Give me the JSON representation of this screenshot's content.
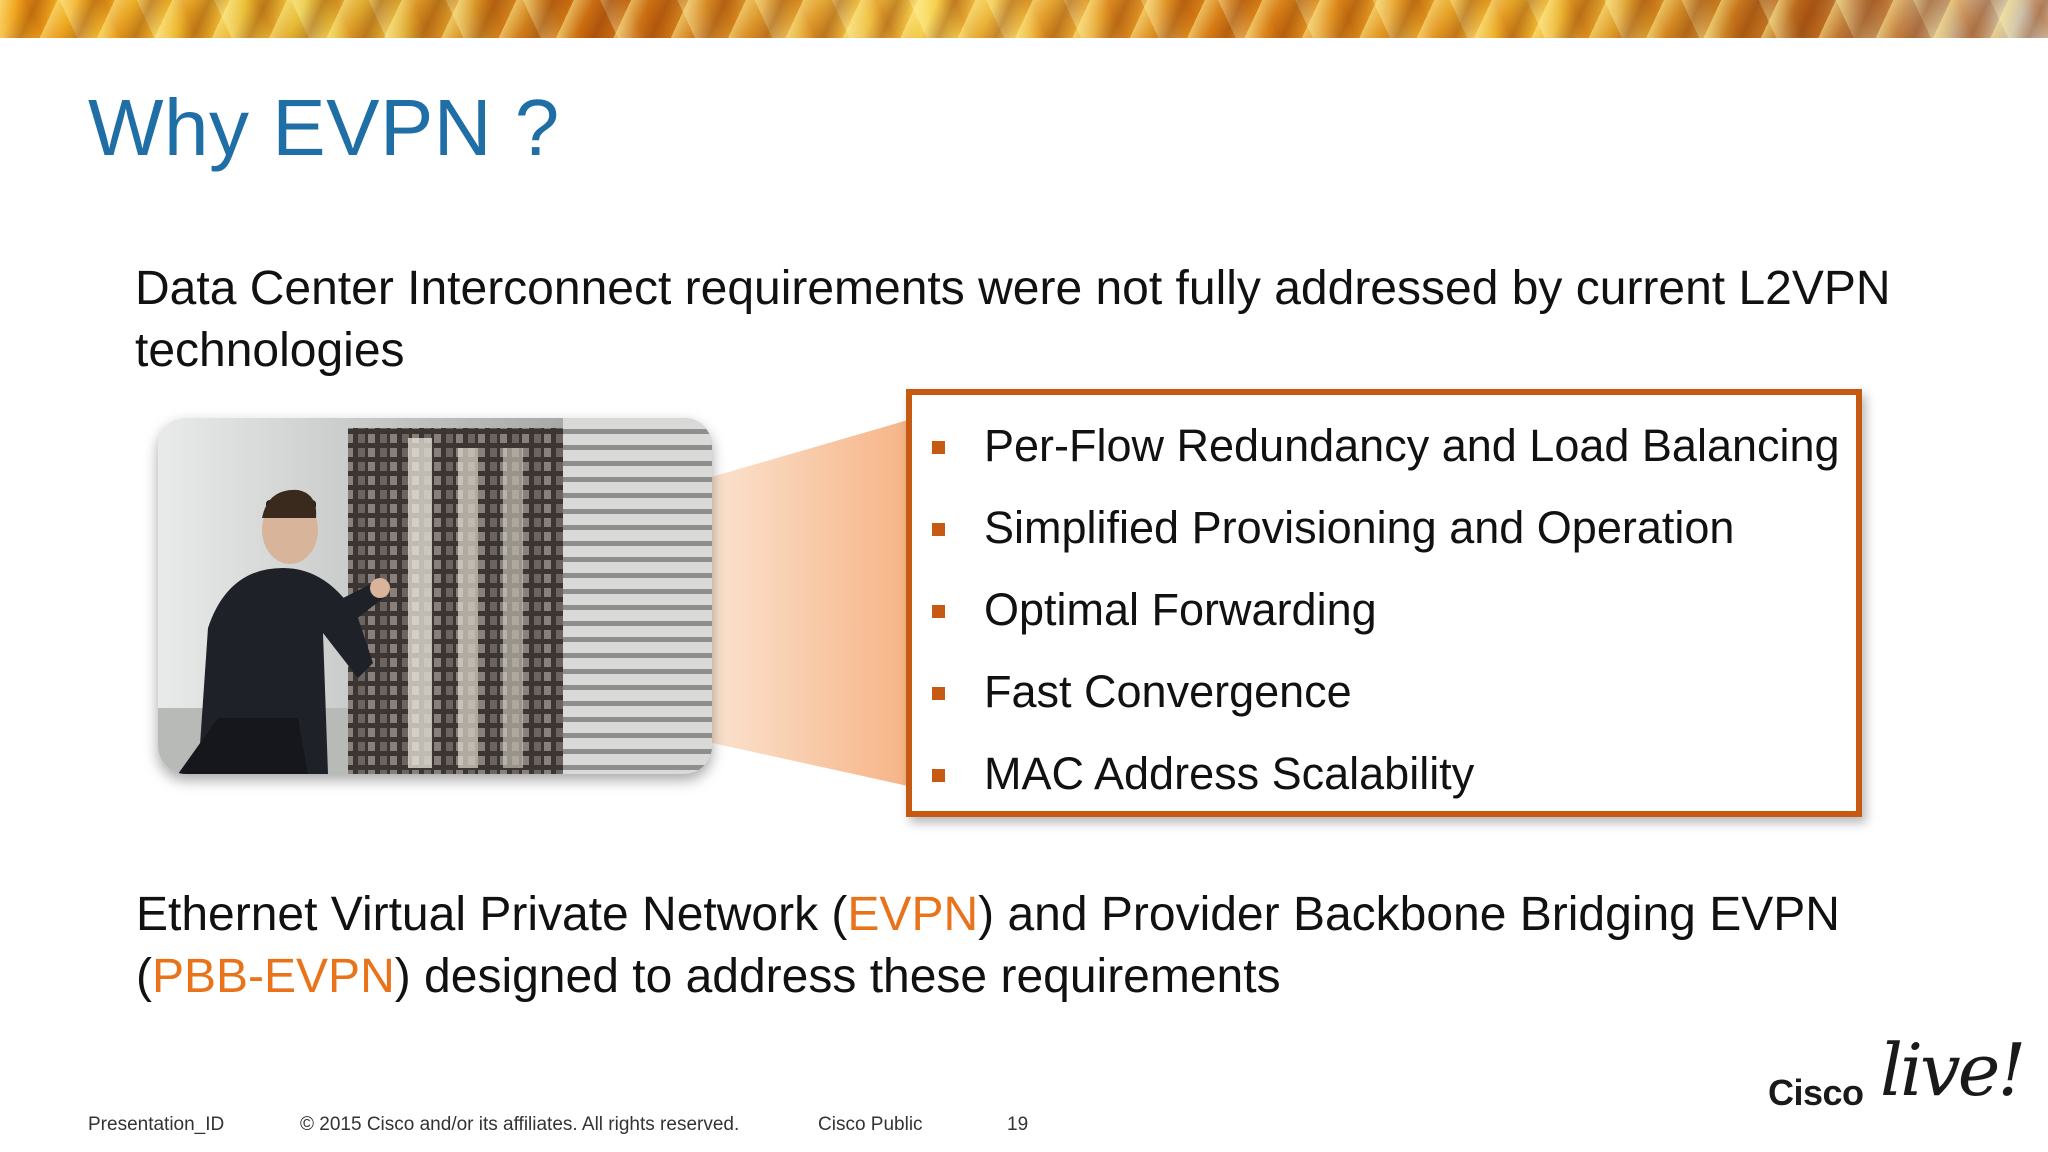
{
  "slide": {
    "title": "Why EVPN ?",
    "intro": "Data Center Interconnect requirements were not fully addressed by current L2VPN technologies",
    "requirements": [
      "Per-Flow Redundancy and Load Balancing",
      "Simplified Provisioning and Operation",
      "Optimal Forwarding",
      "Fast Convergence",
      "MAC Address Scalability"
    ],
    "outro": {
      "part1": "Ethernet Virtual Private Network (",
      "evpn": "EVPN",
      "part2": ") and Provider Backbone Bridging EVPN (",
      "pbb_evpn": "PBB-EVPN",
      "part3": ") designed to address these requirements"
    },
    "image_description_icon": "technician-server-rack-photo"
  },
  "footer": {
    "presentation_id": "Presentation_ID",
    "copyright": "© 2015 Cisco and/or its affiliates. All rights reserved.",
    "classification": "Cisco Public",
    "page_number": "19"
  },
  "logo": {
    "brand": "Cisco",
    "event": "live!"
  },
  "colors": {
    "title": "#1f6fa6",
    "accent": "#c75a13",
    "highlight": "#e8731a"
  }
}
